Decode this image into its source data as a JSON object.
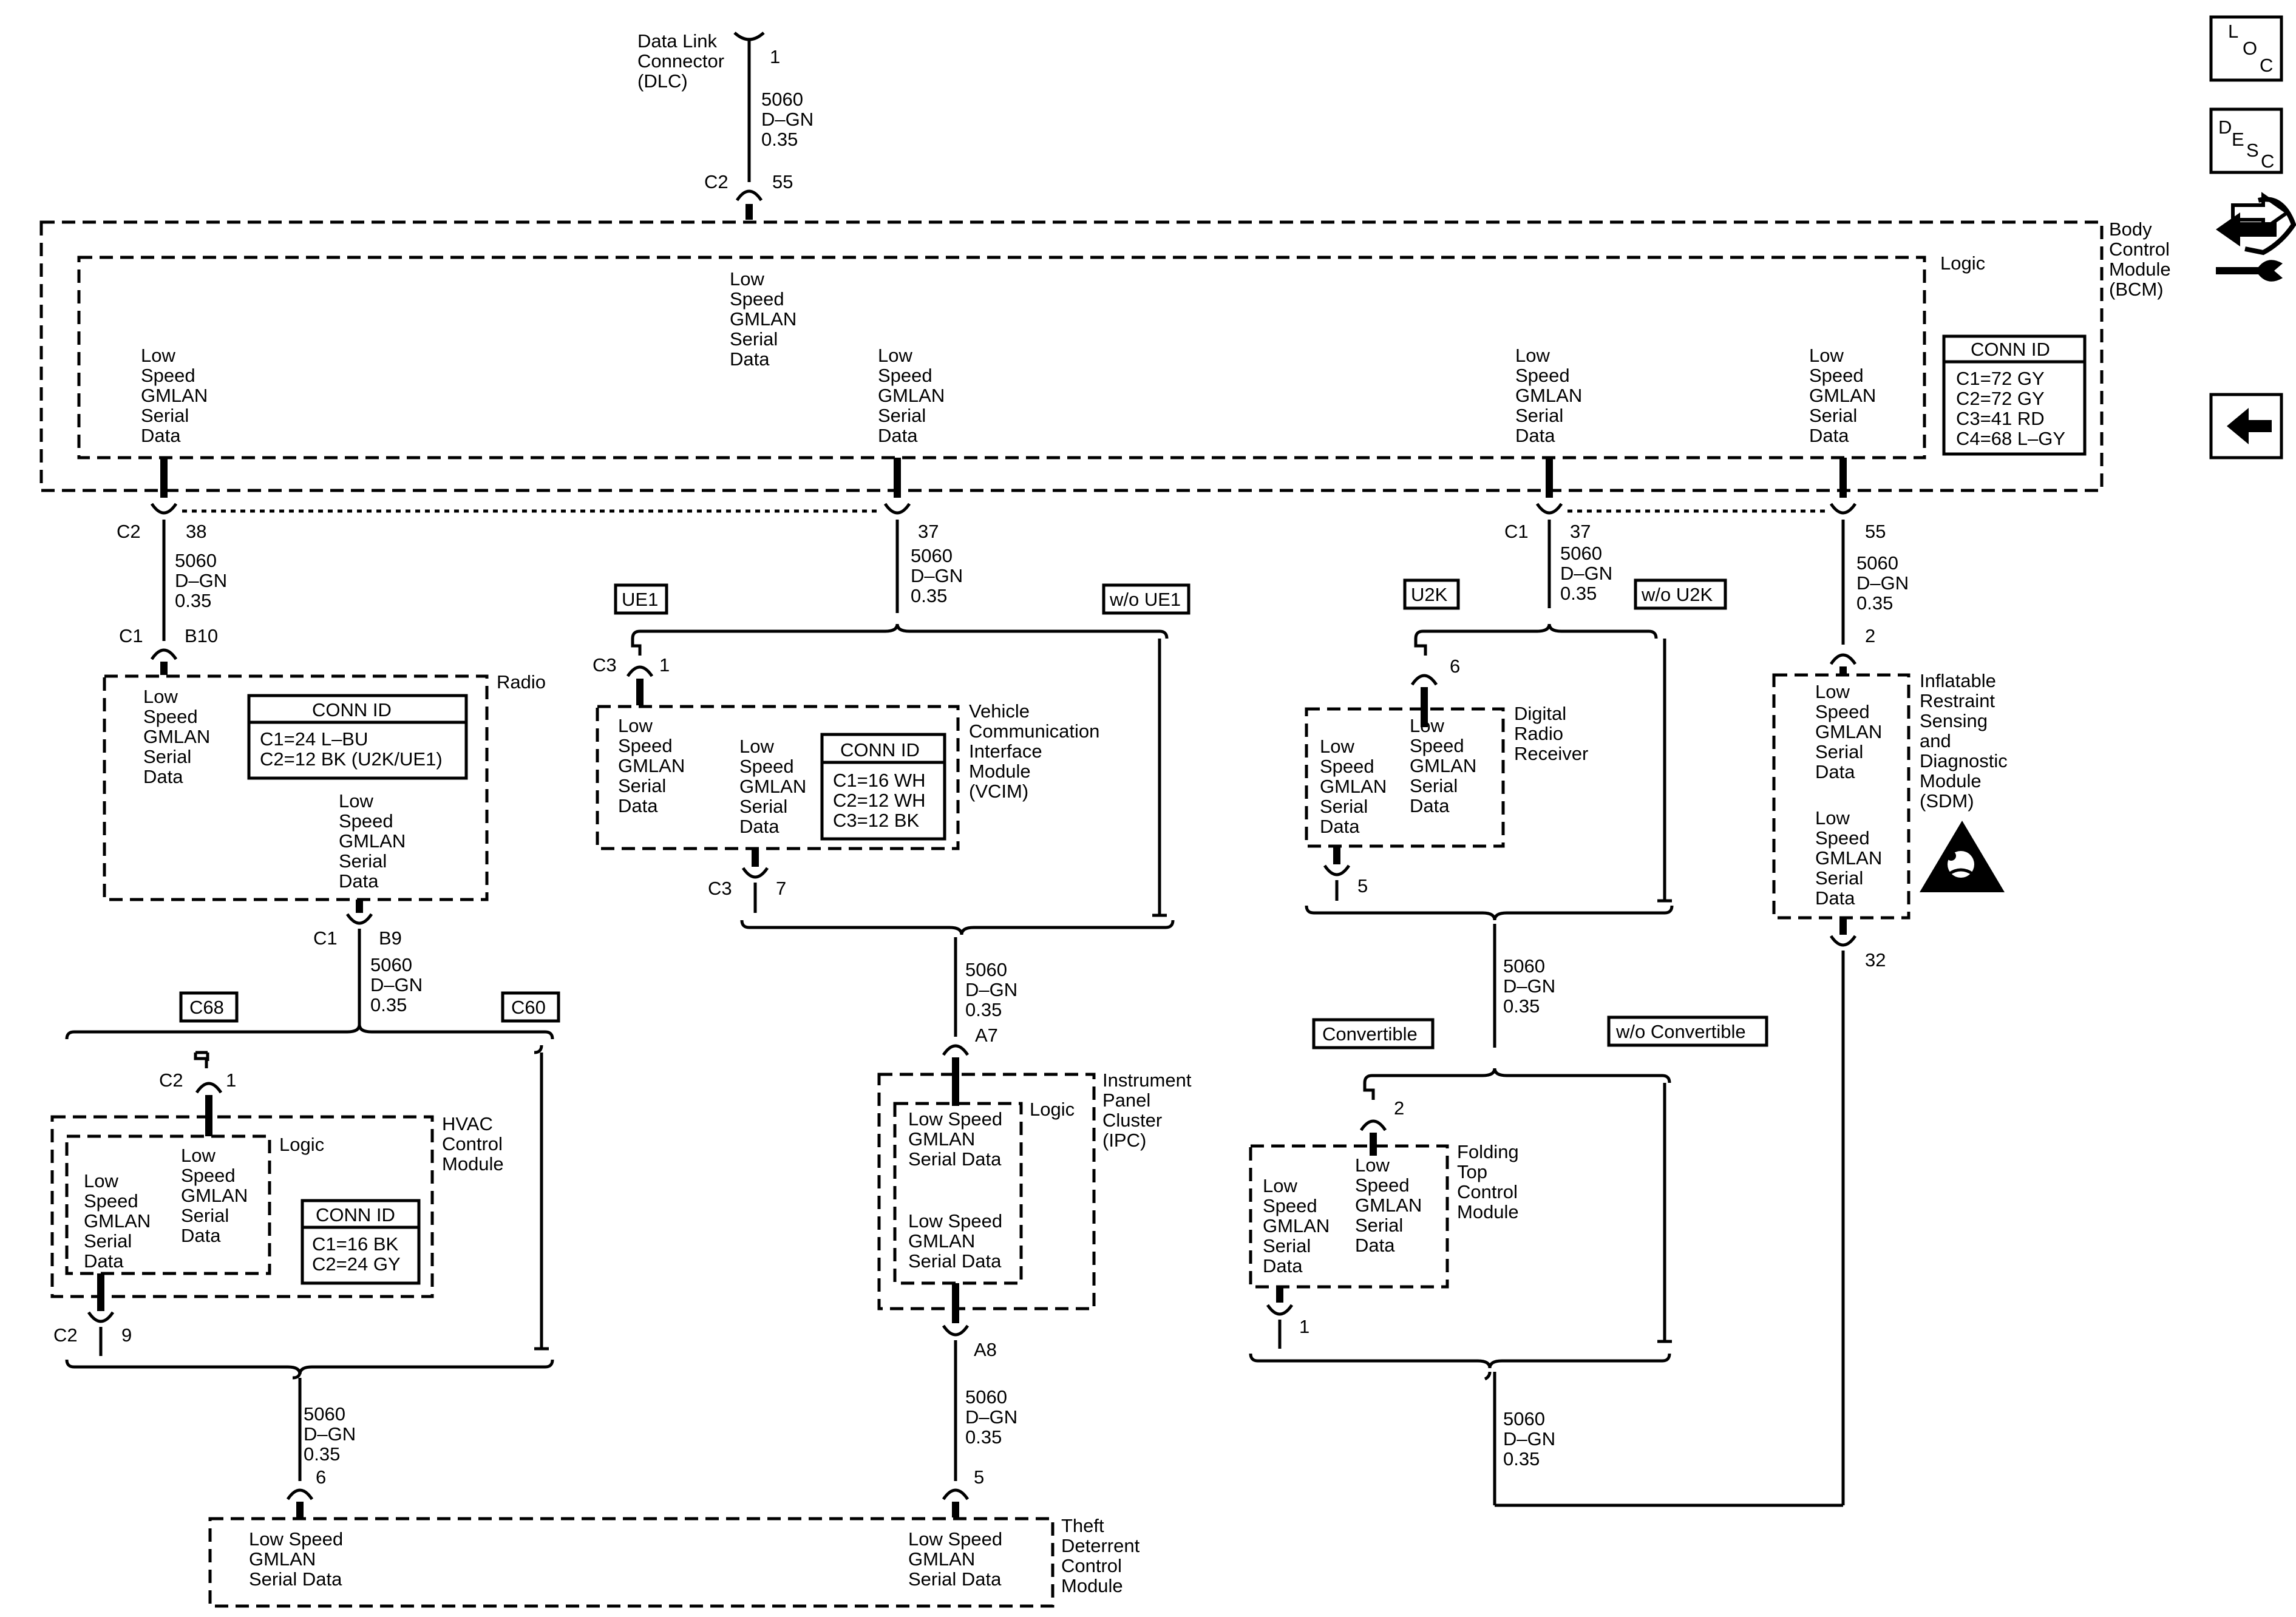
{
  "dlc": {
    "name": [
      "Data Link",
      "Connector",
      "(DLC)"
    ],
    "pin": "1"
  },
  "wire": {
    "circuit": "5060",
    "color": "D–GN",
    "gauge": "0.35"
  },
  "bcm": {
    "name": [
      "Body",
      "Control",
      "Module",
      "(BCM)"
    ],
    "logic": "Logic",
    "conn_top": "C2",
    "pin_top": "55",
    "signal": [
      "Low",
      "Speed",
      "GMLAN",
      "Serial",
      "Data"
    ],
    "conn_id_title": "CONN ID",
    "conn_id": [
      "C1=72 GY",
      "C2=72 GY",
      "C3=41 RD",
      "C4=68 L–GY"
    ],
    "out1": {
      "conn": "C2",
      "pin": "38"
    },
    "out2": {
      "conn": "",
      "pin": "37"
    },
    "out3": {
      "conn": "C1",
      "pin": "37"
    },
    "out4": {
      "conn": "",
      "pin": "55"
    }
  },
  "radio": {
    "name": "Radio",
    "conn_in": "C1",
    "pin_in": "B10",
    "conn_out": "C1",
    "pin_out": "B9",
    "signal_a": [
      "Low",
      "Speed",
      "GMLAN",
      "Serial",
      "Data"
    ],
    "signal_b": [
      "Low",
      "Speed",
      "GMLAN",
      "Serial",
      "Data"
    ],
    "conn_id_title": "CONN ID",
    "conn_id": [
      "C1=24 L–BU",
      "C2=12 BK (U2K/UE1)"
    ]
  },
  "options": {
    "ue1": "UE1",
    "wo_ue1": "w/o UE1",
    "u2k": "U2K",
    "wo_u2k": "w/o U2K",
    "c68": "C68",
    "c60": "C60",
    "convertible": "Convertible",
    "wo_convertible": "w/o Convertible"
  },
  "vcim": {
    "name": [
      "Vehicle",
      "Communication",
      "Interface",
      "Module",
      "(VCIM)"
    ],
    "conn_in": "C3",
    "pin_in": "1",
    "conn_out": "C3",
    "pin_out": "7",
    "signal_a": [
      "Low",
      "Speed",
      "GMLAN",
      "Serial",
      "Data"
    ],
    "signal_b": [
      "Low",
      "Speed",
      "GMLAN",
      "Serial",
      "Data"
    ],
    "conn_id_title": "CONN ID",
    "conn_id": [
      "C1=16 WH",
      "C2=12 WH",
      "C3=12 BK"
    ]
  },
  "drr": {
    "name": [
      "Digital",
      "Radio",
      "Receiver"
    ],
    "pin_in": "6",
    "pin_out": "5",
    "signal_a": [
      "Low",
      "Speed",
      "GMLAN",
      "Serial",
      "Data"
    ],
    "signal_b": [
      "Low",
      "Speed",
      "GMLAN",
      "Serial",
      "Data"
    ]
  },
  "sdm": {
    "name": [
      "Inflatable",
      "Restraint",
      "Sensing",
      "and",
      "Diagnostic",
      "Module",
      "(SDM)"
    ],
    "pin_in": "2",
    "pin_out": "32",
    "signal_a": [
      "Low",
      "Speed",
      "GMLAN",
      "Serial",
      "Data"
    ],
    "signal_b": [
      "Low",
      "Speed",
      "GMLAN",
      "Serial",
      "Data"
    ]
  },
  "hvac": {
    "name": [
      "HVAC",
      "Control",
      "Module"
    ],
    "logic": "Logic",
    "conn_in": "C2",
    "pin_in": "1",
    "conn_out": "C2",
    "pin_out": "9",
    "signal_a": [
      "Low",
      "Speed",
      "GMLAN",
      "Serial",
      "Data"
    ],
    "signal_b": [
      "Low",
      "Speed",
      "GMLAN",
      "Serial",
      "Data"
    ],
    "conn_id_title": "CONN ID",
    "conn_id": [
      "C1=16 BK",
      "C2=24 GY"
    ]
  },
  "ipc": {
    "name": [
      "Instrument",
      "Panel",
      "Cluster",
      "(IPC)"
    ],
    "logic": "Logic",
    "pin_in": "A7",
    "pin_out": "A8",
    "signal_a": [
      "Low Speed",
      "GMLAN",
      "Serial Data"
    ],
    "signal_b": [
      "Low Speed",
      "GMLAN",
      "Serial Data"
    ]
  },
  "ftcm": {
    "name": [
      "Folding",
      "Top",
      "Control",
      "Module"
    ],
    "pin_in": "2",
    "pin_out": "1",
    "signal_a": [
      "Low",
      "Speed",
      "GMLAN",
      "Serial",
      "Data"
    ],
    "signal_b": [
      "Low",
      "Speed",
      "GMLAN",
      "Serial",
      "Data"
    ]
  },
  "tdm": {
    "name": [
      "Theft",
      "Deterrent",
      "Control",
      "Module"
    ],
    "pin_a": "6",
    "pin_b": "5",
    "signal_a": [
      "Low Speed",
      "GMLAN",
      "Serial Data"
    ],
    "signal_b": [
      "Low Speed",
      "GMLAN",
      "Serial Data"
    ]
  },
  "nav": {
    "loc": [
      "L",
      "O",
      "C"
    ],
    "desc": [
      "D",
      "E",
      "S",
      "C"
    ]
  }
}
